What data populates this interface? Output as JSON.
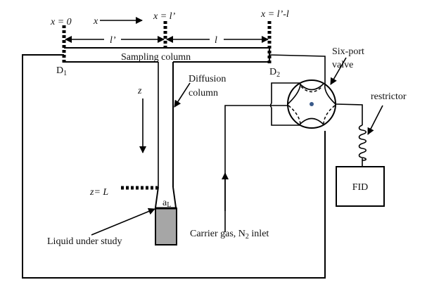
{
  "diagram": {
    "labels": {
      "x_zero": "x = 0",
      "x_axis": "x",
      "x_lprime": "x = l’",
      "x_lprime_minus_l": "x = l’-l",
      "l_prime": "l’",
      "l": "l",
      "sampling_column": "Sampling column",
      "d1": "D",
      "d1_sub": "1",
      "d2": "D",
      "d2_sub": "2",
      "diffusion_column_line1": "Diffusion",
      "diffusion_column_line2": "column",
      "z_axis": "z",
      "z_eq_L": "z= L",
      "a_L": "a",
      "a_L_sub": "L",
      "liquid": "Liquid under study",
      "carrier_gas_pre": "Carrier gas, N",
      "carrier_gas_sub": "2",
      "carrier_gas_post": " inlet",
      "six_port_line1": "Six-port",
      "six_port_line2": "valve",
      "restrictor": "restrictor",
      "fid": "FID"
    },
    "colors": {
      "line": "#000000",
      "liquid_fill": "#a6a6a6",
      "valve_center": "#3a5a8a"
    }
  }
}
